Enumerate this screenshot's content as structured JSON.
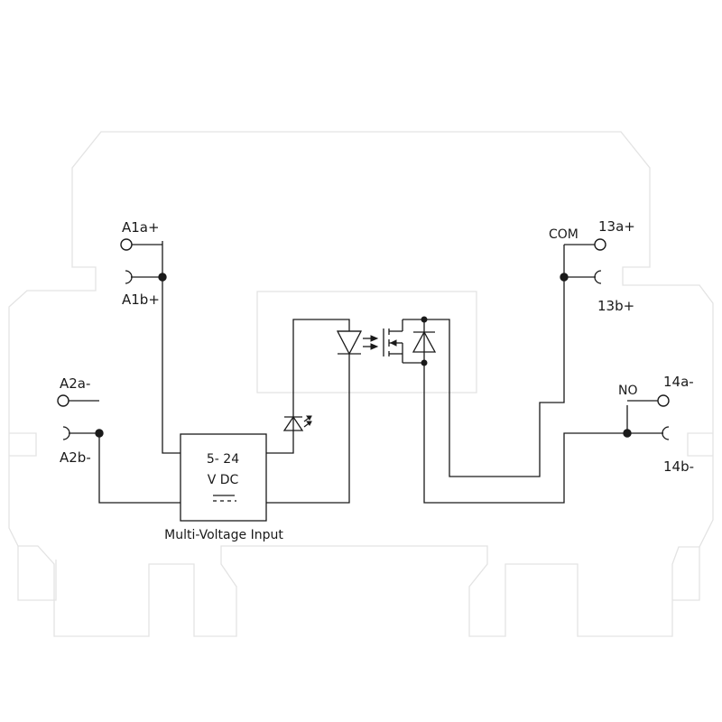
{
  "terminals": {
    "a1a": "A1a+",
    "a1b": "A1b+",
    "a2a": "A2a-",
    "a2b": "A2b-",
    "t13a": "13a+",
    "t13b": "13b+",
    "t14a": "14a-",
    "t14b": "14b-"
  },
  "contacts": {
    "com": "COM",
    "no": "NO"
  },
  "input_block": {
    "line1": "5- 24",
    "line2": "V DC"
  },
  "caption": "Multi-Voltage Input",
  "colors": {
    "line": "#1a1a1a",
    "housing_outline": "#e3e3e3"
  }
}
